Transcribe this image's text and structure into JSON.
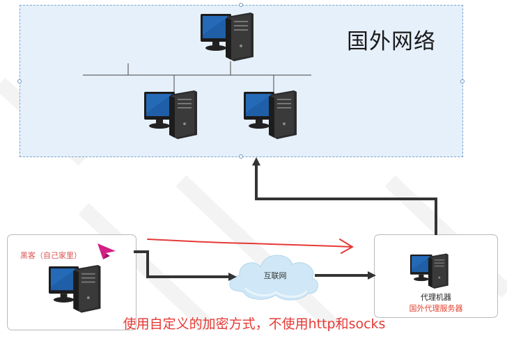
{
  "overseas_network": {
    "title": "国外网络"
  },
  "client": {
    "label": "黑客（自己家里）"
  },
  "internet": {
    "label": "互联网"
  },
  "proxy": {
    "name": "代理机器",
    "description": "国外代理服务器"
  },
  "note": "使用自定义的加密方式，不使用http和socks",
  "icons": [
    "computer-icon",
    "cursor-arrow-icon",
    "cloud-icon"
  ],
  "colors": {
    "group_fill": "#e6f0fb",
    "group_border": "#7aa4cc",
    "arrow": "#333333",
    "encrypted_path": "#e53935",
    "monitor_screen": "#1f5fa8",
    "tower": "#2e2e2e"
  }
}
